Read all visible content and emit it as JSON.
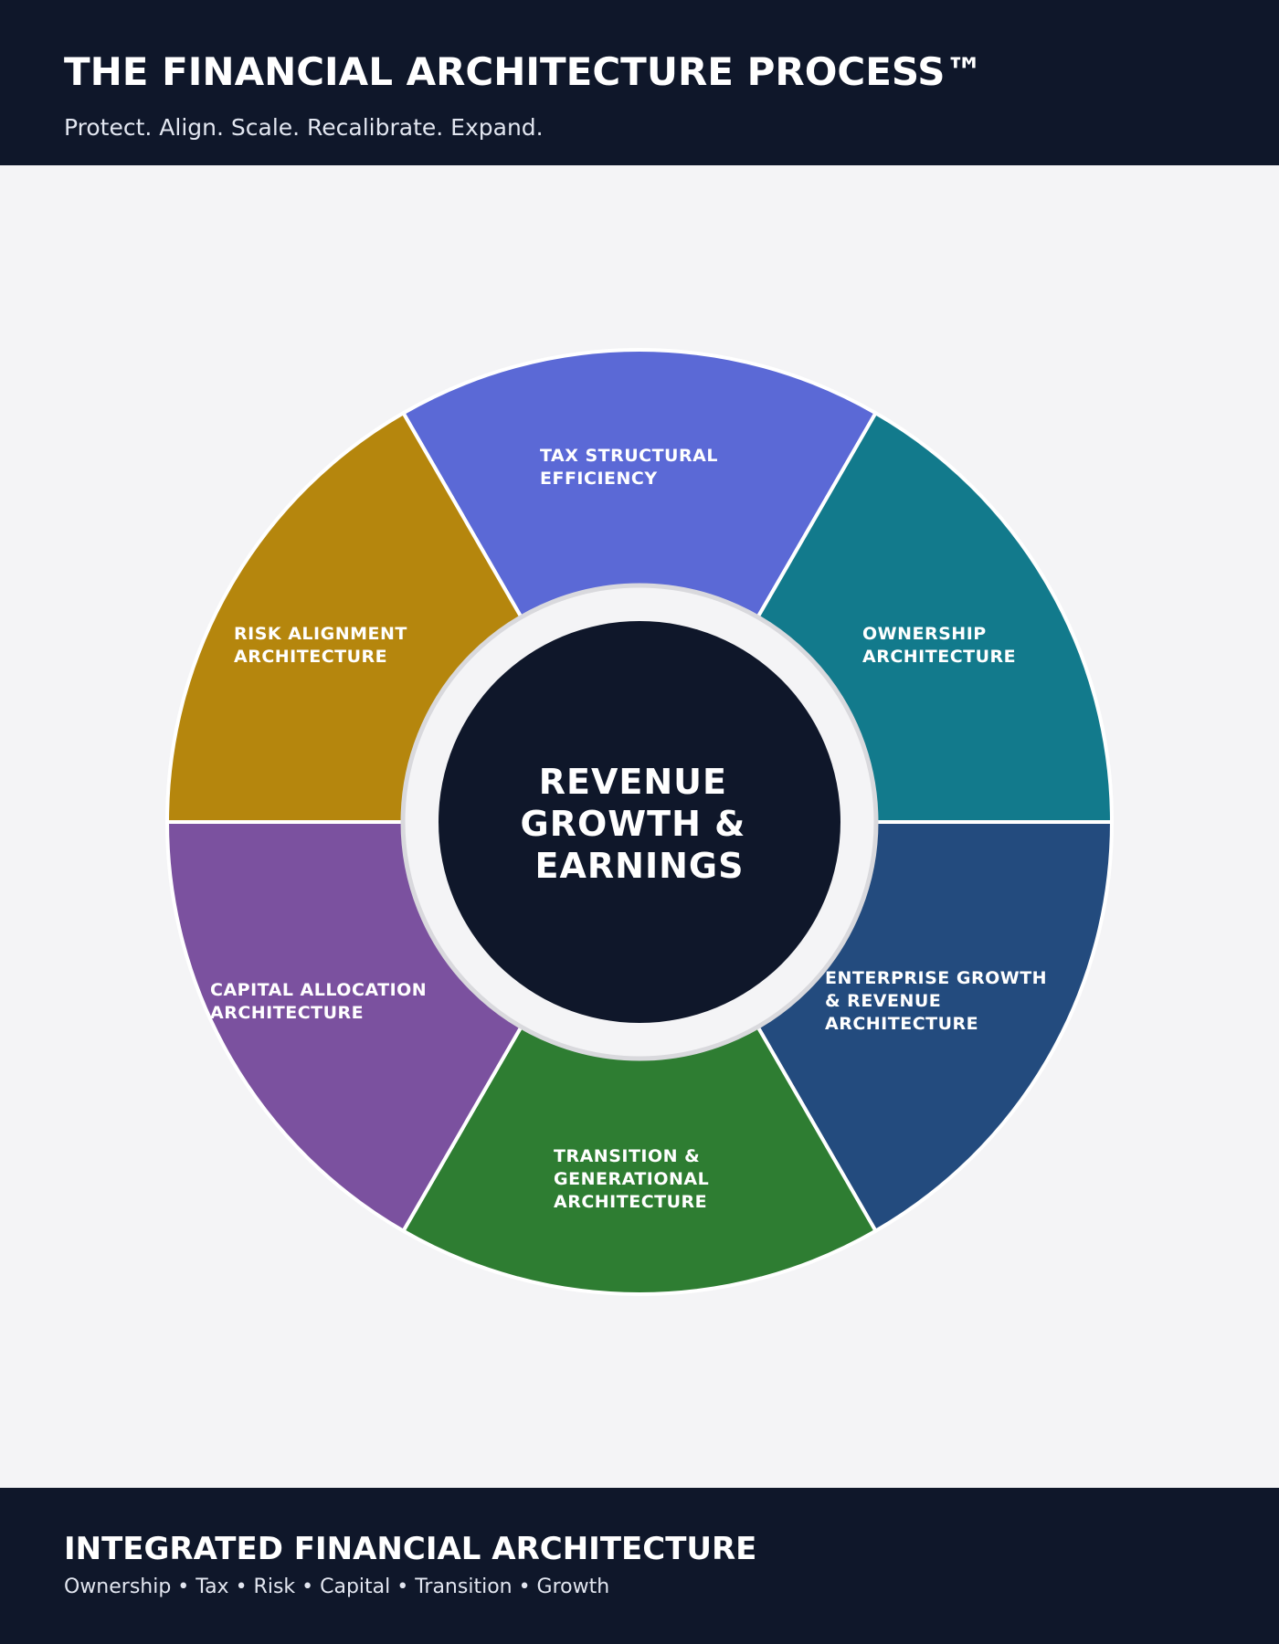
{
  "header": {
    "title": "THE FINANCIAL ARCHITECTURE PROCESS™",
    "subtitle": "Protect. Align. Scale. Recalibrate. Expand."
  },
  "wheel": {
    "center": {
      "lines": [
        "REVENUE",
        "GROWTH &",
        "EARNINGS"
      ],
      "color": "#0f172a"
    },
    "segments": [
      {
        "name": "tax",
        "lines": [
          "TAX STRUCTURAL",
          "EFFICIENCY"
        ],
        "color": "#5b69d6"
      },
      {
        "name": "ownership",
        "lines": [
          "OWNERSHIP",
          "ARCHITECTURE"
        ],
        "color": "#127a8c"
      },
      {
        "name": "enterprise",
        "lines": [
          "ENTERPRISE GROWTH",
          "& REVENUE",
          "ARCHITECTURE"
        ],
        "color": "#234b7e"
      },
      {
        "name": "transition",
        "lines": [
          "TRANSITION &",
          "GENERATIONAL",
          "ARCHITECTURE"
        ],
        "color": "#2e7d32"
      },
      {
        "name": "capital",
        "lines": [
          "CAPITAL ALLOCATION",
          "ARCHITECTURE"
        ],
        "color": "#7b519f"
      },
      {
        "name": "risk",
        "lines": [
          "RISK ALIGNMENT",
          "ARCHITECTURE"
        ],
        "color": "#b5860d"
      }
    ]
  },
  "footer": {
    "title": "INTEGRATED FINANCIAL ARCHITECTURE",
    "subtitle": "Ownership • Tax • Risk • Capital • Transition • Growth"
  }
}
